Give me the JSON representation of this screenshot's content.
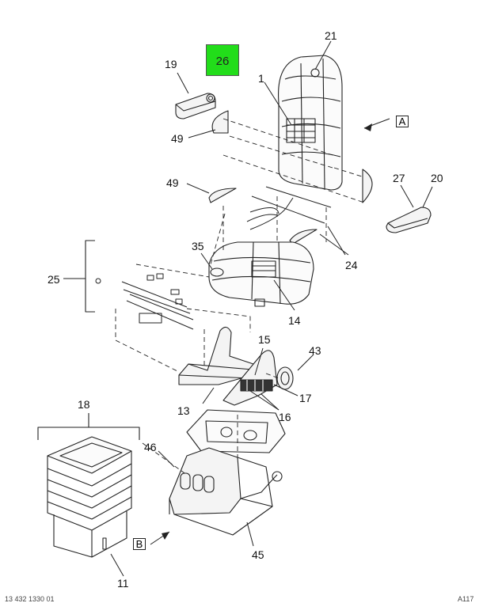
{
  "parts": {
    "p21": "21",
    "p19": "19",
    "p26": "26",
    "p1": "1",
    "p49a": "49",
    "p49b": "49",
    "p27": "27",
    "p20": "20",
    "p24": "24",
    "p35": "35",
    "p25": "25",
    "p14": "14",
    "p15": "15",
    "p43": "43",
    "p17": "17",
    "p13": "13",
    "p16": "16",
    "p18": "18",
    "p46": "46",
    "p45": "45",
    "p11": "11"
  },
  "view_labels": {
    "a": "A",
    "b": "B"
  },
  "highlight": {
    "part": "26",
    "color": "#22dd1a"
  },
  "footer": {
    "left": "13 432 1330 01",
    "right": "A117"
  }
}
